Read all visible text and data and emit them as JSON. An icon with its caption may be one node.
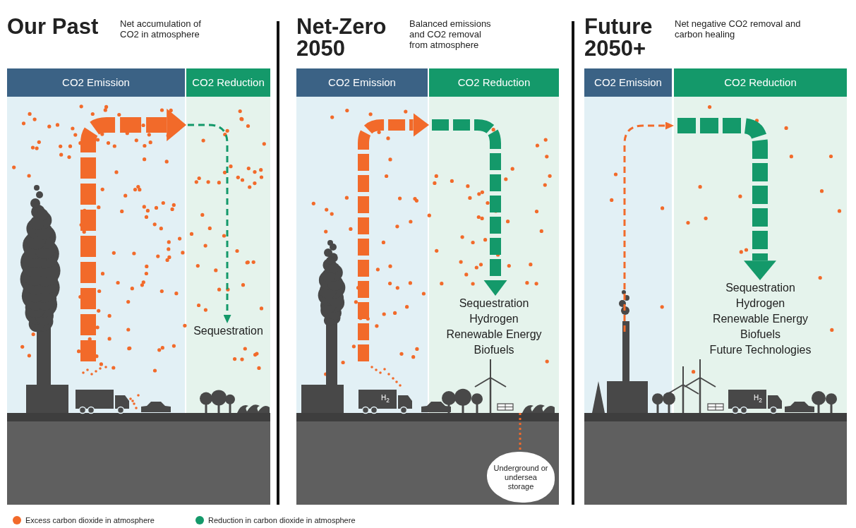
{
  "diagram": {
    "nodes": [
      {
        "text": [
          "Our Past",
          "Net accumulation of CO2 in atmosphere"
        ]
      },
      {
        "text": [
          "CO2 Emission"
        ],
        "in": 0
      },
      {
        "text": [
          "CO2 Reduction"
        ],
        "in": 0
      },
      {
        "text": [
          "Sequestration"
        ],
        "in": 2
      },
      {
        "text": [
          "Net-Zero 2050",
          "Balanced emissions and CO2 removal from atmosphere"
        ]
      },
      {
        "text": [
          "CO2 Emission"
        ],
        "in": 4
      },
      {
        "text": [
          "CO2 Reduction"
        ],
        "in": 4
      },
      {
        "text": [
          "Sequestration",
          "Hydrogen",
          "Renewable Energy",
          "Biofuels"
        ],
        "in": 6
      },
      {
        "text": [
          "Underground or undersea storage"
        ],
        "in": 4
      },
      {
        "text": [
          "Future 2050+",
          "Net negative CO2 removal and carbon healing"
        ]
      },
      {
        "text": [
          "CO2 Emission"
        ],
        "in": 9
      },
      {
        "text": [
          "CO2 Reduction"
        ],
        "in": 9
      },
      {
        "text": [
          "Sequestration",
          "Hydrogen",
          "Renewable Energy",
          "Biofuels",
          "Future Technologies"
        ],
        "in": 11
      }
    ],
    "edges": [
      {
        "from": 1,
        "to": 2,
        "arrow": "to",
        "style": "dashed",
        "color": "#f26a2a"
      },
      {
        "from": null,
        "to": 3,
        "arrow": "to",
        "style": "dashed",
        "color": "#14996a"
      },
      {
        "from": 5,
        "to": 6,
        "arrow": "to",
        "style": "dashed",
        "color": "#f26a2a"
      },
      {
        "from": null,
        "to": 7,
        "arrow": "to",
        "style": "dashed",
        "color": "#14996a"
      },
      {
        "from": 10,
        "to": 11,
        "arrow": "to",
        "style": "dashed",
        "color": "#f26a2a"
      },
      {
        "from": null,
        "to": 12,
        "arrow": "to",
        "style": "dashed",
        "color": "#14996a"
      },
      {
        "from": 6,
        "to": 8,
        "arrow": "none",
        "style": "dashed",
        "color": "#f26a2a"
      }
    ],
    "labels": [
      "H$_{2}$",
      "H$_{2}$"
    ],
    "legend": [
      {
        "text": "Excess carbon dioxide in atmosphere",
        "color": "#f26a2a"
      },
      {
        "text": "Reduction in carbon dioxide in atmosphere",
        "color": "#14996a"
      }
    ]
  }
}
